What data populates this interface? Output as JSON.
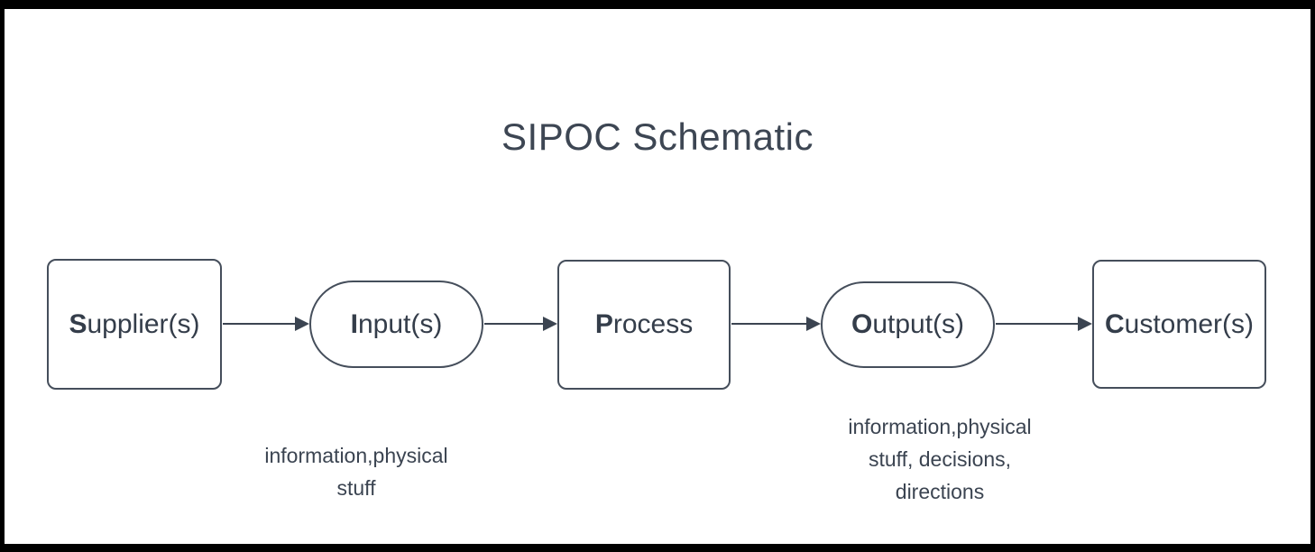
{
  "title": "SIPOC Schematic",
  "colors": {
    "ink": "#3b4451",
    "shape_stroke": "#454e5b",
    "background": "#ffffff",
    "frame": "#000000"
  },
  "nodes": [
    {
      "id": "supplier",
      "shape": "rectangle",
      "lead": "S",
      "rest": "upplier(s)",
      "label": "Supplier(s)"
    },
    {
      "id": "input",
      "shape": "stadium",
      "lead": "I",
      "rest": "nput(s)",
      "label": "Input(s)"
    },
    {
      "id": "process",
      "shape": "rectangle",
      "lead": "P",
      "rest": "rocess",
      "label": "Process"
    },
    {
      "id": "output",
      "shape": "stadium",
      "lead": "O",
      "rest": "utput(s)",
      "label": "Output(s)"
    },
    {
      "id": "customer",
      "shape": "rectangle",
      "lead": "C",
      "rest": "ustomer(s)",
      "label": "Customer(s)"
    }
  ],
  "connectors": [
    {
      "from": "supplier",
      "to": "input"
    },
    {
      "from": "input",
      "to": "process"
    },
    {
      "from": "process",
      "to": "output"
    },
    {
      "from": "output",
      "to": "customer"
    }
  ],
  "annotations": [
    {
      "target": "input",
      "lines": [
        "information,physical",
        "stuff"
      ]
    },
    {
      "target": "output",
      "lines": [
        "information,physical",
        "stuff, decisions,",
        "directions"
      ]
    }
  ]
}
